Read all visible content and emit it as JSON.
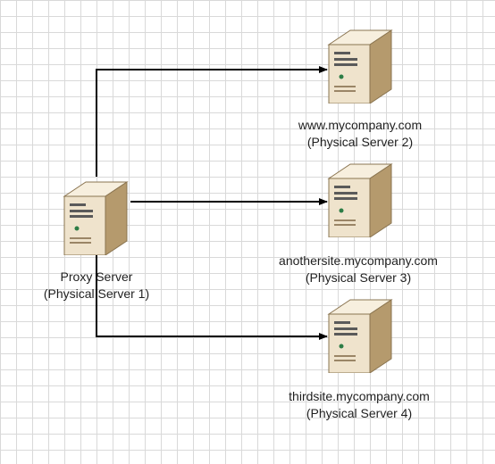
{
  "diagram": {
    "proxy": {
      "name": "Proxy Server",
      "subtitle": "(Physical Server 1)"
    },
    "servers": [
      {
        "name": "www.mycompany.com",
        "subtitle": "(Physical Server 2)"
      },
      {
        "name": "anothersite.mycompany.com",
        "subtitle": "(Physical Server 3)"
      },
      {
        "name": "thirdsite.mycompany.com",
        "subtitle": "(Physical Server 4)"
      }
    ],
    "colors": {
      "server_front": "#efe3cc",
      "server_side": "#b59a6d",
      "server_top": "#f7efde",
      "connector": "#000000",
      "grid": "#d9d9d9"
    },
    "icons": [
      "server-icon"
    ]
  }
}
